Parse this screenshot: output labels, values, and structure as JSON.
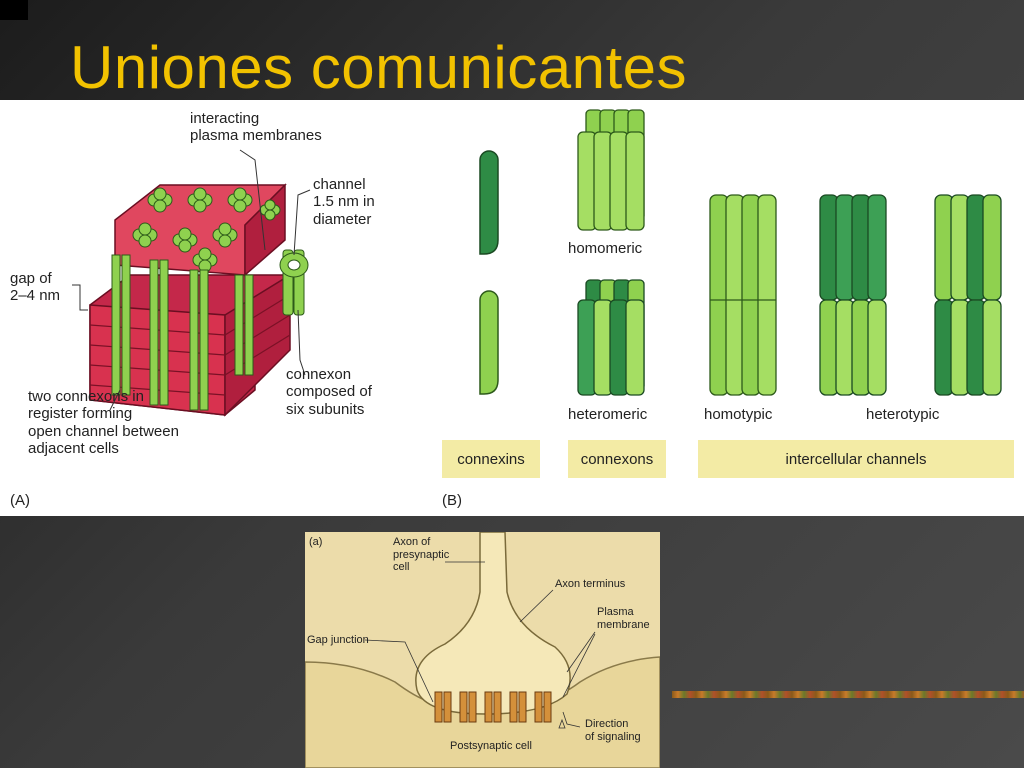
{
  "title": "Uniones comunicantes",
  "figure_a": {
    "panel_label": "(A)",
    "labels": {
      "interacting": "interacting\nplasma membranes",
      "channel": "channel\n1.5 nm in\ndiameter",
      "gap": "gap of\n2–4 nm",
      "connexon": "connexon\ncomposed of\nsix subunits",
      "two_connexons": "two connexons in\nregister forming\nopen channel between\nadjacent cells"
    }
  },
  "figure_b": {
    "panel_label": "(B)",
    "labels": {
      "homomeric": "homomeric",
      "heteromeric": "heteromeric",
      "homotypic": "homotypic",
      "heterotypic": "heterotypic"
    },
    "tags": {
      "connexins": "connexins",
      "connexons": "connexons",
      "channels": "intercellular channels"
    }
  },
  "figure_c": {
    "panel_label": "(a)",
    "labels": {
      "axon_presynaptic": "Axon of\npresynaptic\ncell",
      "axon_terminus": "Axon terminus",
      "plasma_membrane": "Plasma\nmembrane",
      "gap_junction": "Gap junction",
      "direction": "Direction\nof signaling",
      "postsynaptic": "Postsynaptic cell"
    }
  },
  "colors": {
    "title": "#f2c200",
    "light_green": "#8fd14f",
    "dark_green": "#2e8b45",
    "membrane_red": "#d8324f",
    "tag_yellow": "#f3eba5"
  }
}
